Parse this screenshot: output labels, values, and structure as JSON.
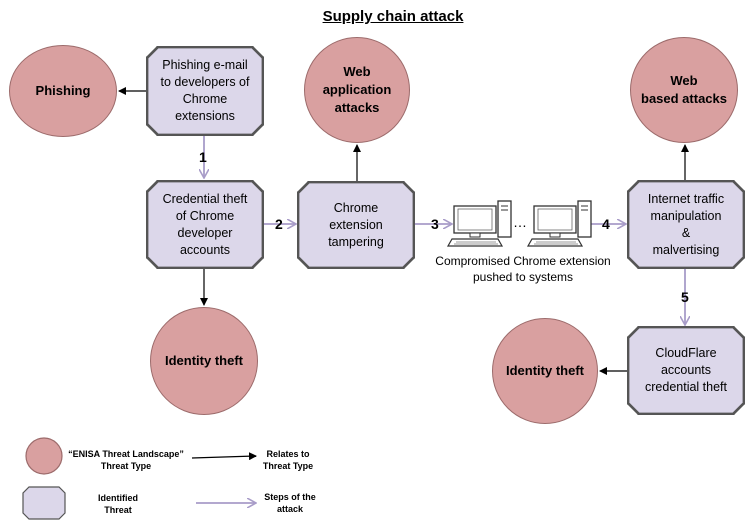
{
  "title": "Supply chain attack",
  "threat_types": {
    "phishing": "Phishing",
    "web_app_attacks": "Web\napplication\nattacks",
    "web_based_attacks": "Web\nbased attacks",
    "identity_theft_left": "Identity theft",
    "identity_theft_right": "Identity theft"
  },
  "identified_threats": {
    "phishing_email": "Phishing e-mail\nto developers of\nChrome\nextensions",
    "credential_theft": "Credential theft\nof Chrome\ndeveloper\naccounts",
    "extension_tampering": "Chrome\nextension\ntampering",
    "traffic_manipulation": "Internet traffic\nmanipulation\n&\nmalvertising",
    "cloudflare_theft": "CloudFlare\naccounts\ncredential theft"
  },
  "steps": [
    "1",
    "2",
    "3",
    "4",
    "5"
  ],
  "systems": {
    "ellipsis": "…",
    "caption": "Compromised Chrome extension\npushed to systems"
  },
  "legend": {
    "threat_type": "“ENISA Threat Landscape”\nThreat Type",
    "relates_to": "Relates to\nThreat Type",
    "identified_threat": "Identified\nThreat",
    "steps_of_attack": "Steps of the\nattack"
  },
  "colors": {
    "threat_type_fill": "#d9a0a0",
    "identified_threat_fill": "#dcd7ea",
    "step_arrow": "#a89cc8",
    "relation_arrow": "#000000"
  }
}
